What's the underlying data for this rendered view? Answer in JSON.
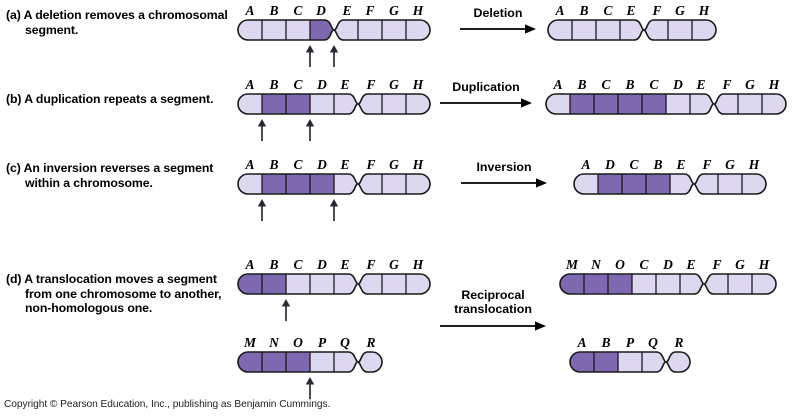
{
  "figure": {
    "copyright": "Copyright © Pearson Education, Inc., publishing as Benjamin Cummings.",
    "colors": {
      "segment_light": "#ded7f0",
      "segment_dark": "#7e68b0",
      "outline": "#1a1a1a",
      "text": "#000000",
      "background": "#ffffff"
    }
  },
  "rows": [
    {
      "id": "a",
      "tag": "(a)",
      "caption_pre": "A ",
      "caption_term": "deletion",
      "caption_post": " removes a chromosomal segment.",
      "caption_lines": [
        "A deletion removes",
        "a chromosomal",
        "segment."
      ],
      "process_label": "Deletion",
      "process_label_lines": [
        "Deletion"
      ],
      "before": {
        "name": "chromosome-before-deletion",
        "segments": [
          {
            "label": "A",
            "shade": "light"
          },
          {
            "label": "B",
            "shade": "light"
          },
          {
            "label": "C",
            "shade": "light"
          },
          {
            "label": "D",
            "shade": "dark"
          },
          {
            "label": "E",
            "shade": "light"
          },
          {
            "label": "F",
            "shade": "light"
          },
          {
            "label": "G",
            "shade": "light"
          },
          {
            "label": "H",
            "shade": "light"
          }
        ],
        "centromere_after_index": 4,
        "breakpoint_arrows_at": [
          3,
          4
        ]
      },
      "after": {
        "name": "chromosome-after-deletion",
        "segments": [
          {
            "label": "A",
            "shade": "light"
          },
          {
            "label": "B",
            "shade": "light"
          },
          {
            "label": "C",
            "shade": "light"
          },
          {
            "label": "E",
            "shade": "light"
          },
          {
            "label": "F",
            "shade": "light"
          },
          {
            "label": "G",
            "shade": "light"
          },
          {
            "label": "H",
            "shade": "light"
          }
        ],
        "centromere_after_index": 4,
        "breakpoint_arrows_at": []
      }
    },
    {
      "id": "b",
      "tag": "(b)",
      "caption_pre": "A ",
      "caption_term": "duplication",
      "caption_post": " repeats a segment.",
      "caption_lines": [
        "A duplication",
        "repeats a segment."
      ],
      "process_label": "Duplication",
      "process_label_lines": [
        "Duplication"
      ],
      "before": {
        "name": "chromosome-before-duplication",
        "segments": [
          {
            "label": "A",
            "shade": "light"
          },
          {
            "label": "B",
            "shade": "dark"
          },
          {
            "label": "C",
            "shade": "dark"
          },
          {
            "label": "D",
            "shade": "light"
          },
          {
            "label": "E",
            "shade": "light"
          },
          {
            "label": "F",
            "shade": "light"
          },
          {
            "label": "G",
            "shade": "light"
          },
          {
            "label": "H",
            "shade": "light"
          }
        ],
        "centromere_after_index": 5,
        "breakpoint_arrows_at": [
          1,
          3
        ]
      },
      "after": {
        "name": "chromosome-after-duplication",
        "segments": [
          {
            "label": "A",
            "shade": "light"
          },
          {
            "label": "B",
            "shade": "dark"
          },
          {
            "label": "C",
            "shade": "dark"
          },
          {
            "label": "B",
            "shade": "dark"
          },
          {
            "label": "C",
            "shade": "dark"
          },
          {
            "label": "D",
            "shade": "light"
          },
          {
            "label": "E",
            "shade": "light"
          },
          {
            "label": "F",
            "shade": "light"
          },
          {
            "label": "G",
            "shade": "light"
          },
          {
            "label": "H",
            "shade": "light"
          }
        ],
        "centromere_after_index": 7,
        "breakpoint_arrows_at": []
      }
    },
    {
      "id": "c",
      "tag": "(c)",
      "caption_pre": "An ",
      "caption_term": "inversion",
      "caption_post": " reverses a segment within a chromosome.",
      "caption_lines": [
        "An inversion reverses",
        "a segment within a",
        "chromosome."
      ],
      "process_label": "Inversion",
      "process_label_lines": [
        "Inversion"
      ],
      "before": {
        "name": "chromosome-before-inversion",
        "segments": [
          {
            "label": "A",
            "shade": "light"
          },
          {
            "label": "B",
            "shade": "dark"
          },
          {
            "label": "C",
            "shade": "dark"
          },
          {
            "label": "D",
            "shade": "dark"
          },
          {
            "label": "E",
            "shade": "light"
          },
          {
            "label": "F",
            "shade": "light"
          },
          {
            "label": "G",
            "shade": "light"
          },
          {
            "label": "H",
            "shade": "light"
          }
        ],
        "centromere_after_index": 5,
        "breakpoint_arrows_at": [
          1,
          4
        ]
      },
      "after": {
        "name": "chromosome-after-inversion",
        "segments": [
          {
            "label": "A",
            "shade": "light"
          },
          {
            "label": "D",
            "shade": "dark"
          },
          {
            "label": "C",
            "shade": "dark"
          },
          {
            "label": "B",
            "shade": "dark"
          },
          {
            "label": "E",
            "shade": "light"
          },
          {
            "label": "F",
            "shade": "light"
          },
          {
            "label": "G",
            "shade": "light"
          },
          {
            "label": "H",
            "shade": "light"
          }
        ],
        "centromere_after_index": 5,
        "breakpoint_arrows_at": []
      }
    },
    {
      "id": "d",
      "tag": "(d)",
      "caption_pre": "A ",
      "caption_term": "translocation",
      "caption_post": " moves a segment from one chromosome to another, non-homologous one.",
      "caption_lines": [
        "A translocation",
        "moves a segment",
        "from one chromosome",
        "to another, non-",
        "homologous one."
      ],
      "process_label": "Reciprocal translocation",
      "process_label_lines": [
        "Reciprocal",
        "translocation"
      ],
      "before": {
        "name": "chromosome-before-translocation-1",
        "segments": [
          {
            "label": "A",
            "shade": "dark"
          },
          {
            "label": "B",
            "shade": "dark"
          },
          {
            "label": "C",
            "shade": "light"
          },
          {
            "label": "D",
            "shade": "light"
          },
          {
            "label": "E",
            "shade": "light"
          },
          {
            "label": "F",
            "shade": "light"
          },
          {
            "label": "G",
            "shade": "light"
          },
          {
            "label": "H",
            "shade": "light"
          }
        ],
        "centromere_after_index": 5,
        "breakpoint_arrows_at": [
          2
        ]
      },
      "before2": {
        "name": "chromosome-before-translocation-2",
        "segments": [
          {
            "label": "M",
            "shade": "dark"
          },
          {
            "label": "N",
            "shade": "dark"
          },
          {
            "label": "O",
            "shade": "dark"
          },
          {
            "label": "P",
            "shade": "light"
          },
          {
            "label": "Q",
            "shade": "light"
          },
          {
            "label": "R",
            "shade": "light"
          }
        ],
        "centromere_after_index": 5,
        "breakpoint_arrows_at": [
          3
        ]
      },
      "after": {
        "name": "chromosome-after-translocation-1",
        "segments": [
          {
            "label": "M",
            "shade": "dark"
          },
          {
            "label": "N",
            "shade": "dark"
          },
          {
            "label": "O",
            "shade": "dark"
          },
          {
            "label": "C",
            "shade": "light"
          },
          {
            "label": "D",
            "shade": "light"
          },
          {
            "label": "E",
            "shade": "light"
          },
          {
            "label": "F",
            "shade": "light"
          },
          {
            "label": "G",
            "shade": "light"
          },
          {
            "label": "H",
            "shade": "light"
          }
        ],
        "centromere_after_index": 6,
        "breakpoint_arrows_at": []
      },
      "after2": {
        "name": "chromosome-after-translocation-2",
        "segments": [
          {
            "label": "A",
            "shade": "dark"
          },
          {
            "label": "B",
            "shade": "dark"
          },
          {
            "label": "P",
            "shade": "light"
          },
          {
            "label": "Q",
            "shade": "light"
          },
          {
            "label": "R",
            "shade": "light"
          }
        ],
        "centromere_after_index": 4,
        "breakpoint_arrows_at": []
      }
    }
  ]
}
